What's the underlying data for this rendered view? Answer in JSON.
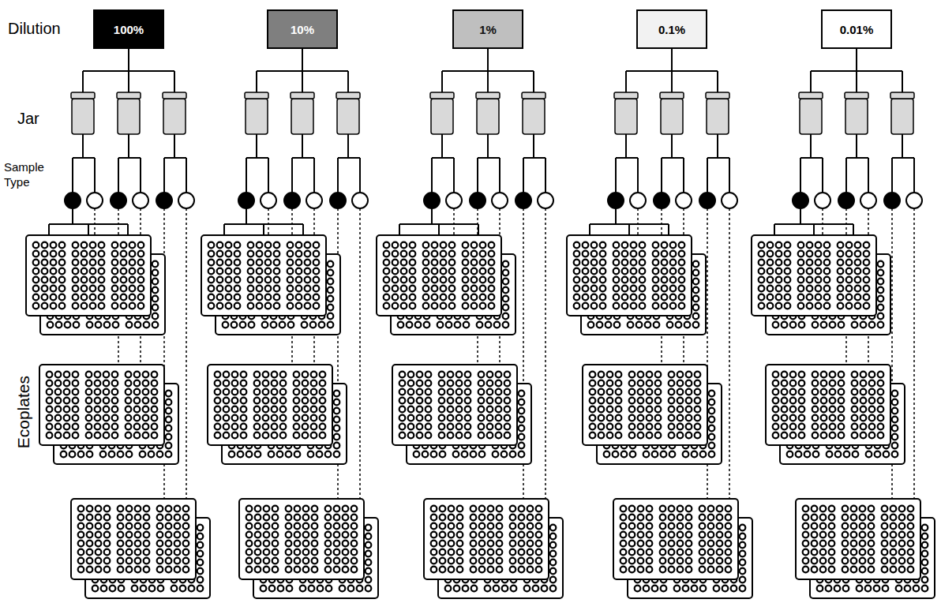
{
  "diagram": {
    "nodes": [
      {
        "text": [
          "100%"
        ]
      },
      {
        "text": [
          "10%"
        ]
      },
      {
        "text": [
          "1%"
        ]
      },
      {
        "text": [
          "0.1%"
        ]
      },
      {
        "text": [
          "0.01%"
        ]
      }
    ],
    "labels": [
      "Dilution",
      "Jar",
      "Sample Type",
      "Ecoplates"
    ]
  }
}
